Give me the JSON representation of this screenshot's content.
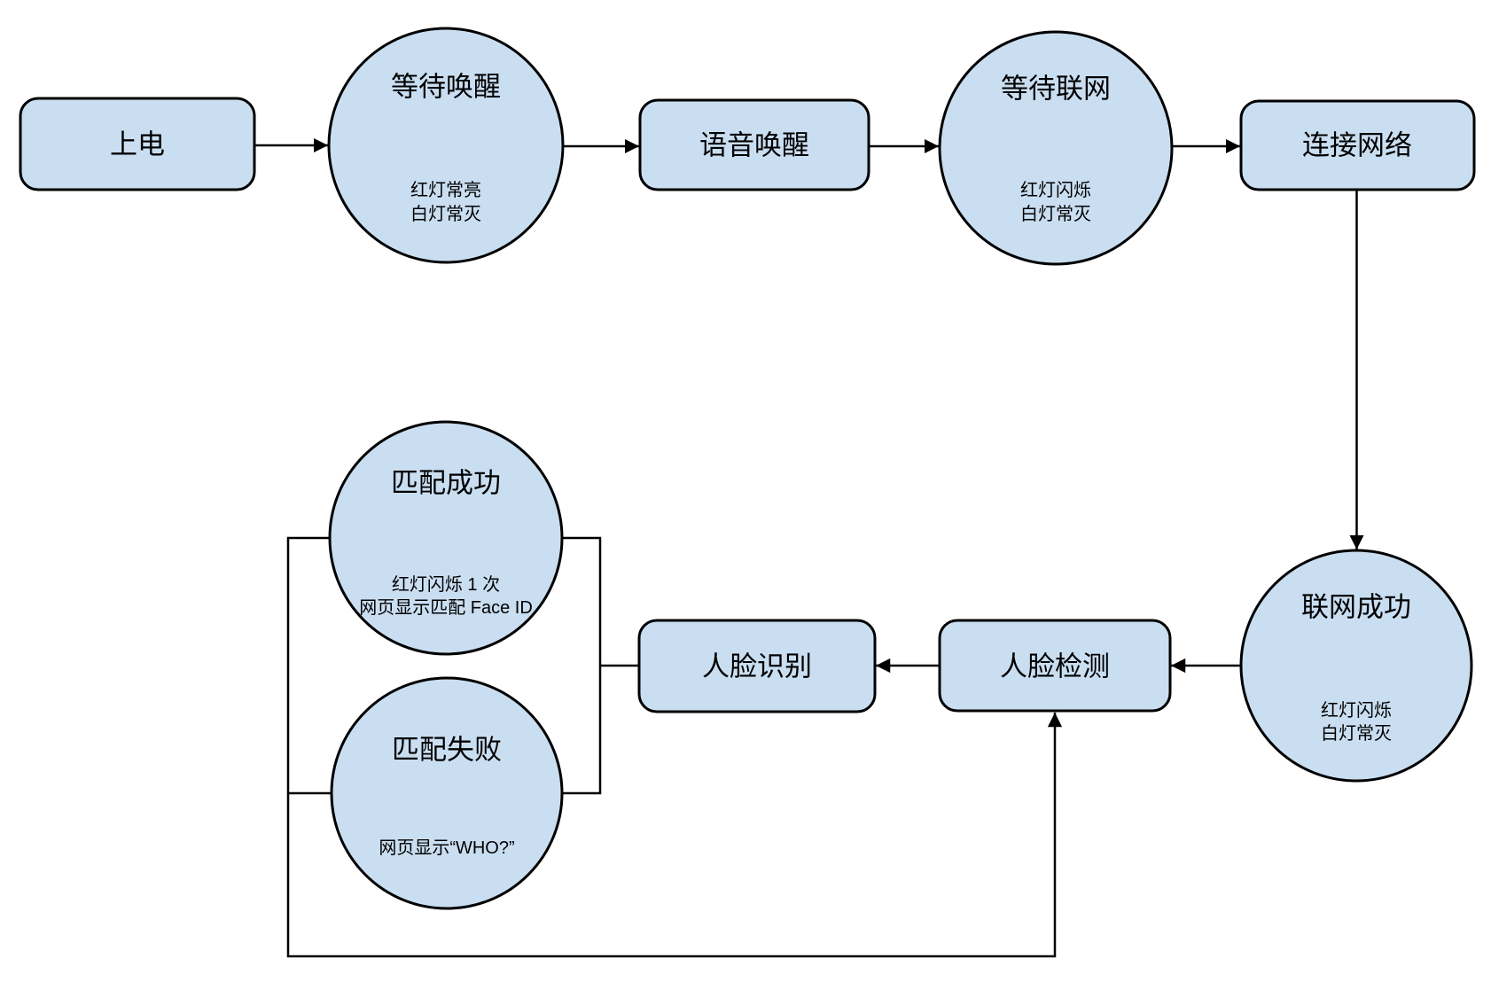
{
  "colors": {
    "node_fill": "#cadef1",
    "node_stroke": "#000000",
    "connector": "#000000",
    "background": "#ffffff"
  },
  "nodes": {
    "power_on": {
      "label": "上电"
    },
    "wait_wake": {
      "title": "等待唤醒",
      "sub1": "红灯常亮",
      "sub2": "白灯常灭"
    },
    "voice_wake": {
      "label": "语音唤醒"
    },
    "wait_network": {
      "title": "等待联网",
      "sub1": "红灯闪烁",
      "sub2": "白灯常灭"
    },
    "connect_network": {
      "label": "连接网络"
    },
    "network_success": {
      "title": "联网成功",
      "sub1": "红灯闪烁",
      "sub2": "白灯常灭"
    },
    "face_detect": {
      "label": "人脸检测"
    },
    "face_recognize": {
      "label": "人脸识别"
    },
    "match_success": {
      "title": "匹配成功",
      "sub1": "红灯闪烁 1 次",
      "sub2": "网页显示匹配 Face ID"
    },
    "match_fail": {
      "title": "匹配失败",
      "sub1": "网页显示“WHO?”"
    }
  }
}
